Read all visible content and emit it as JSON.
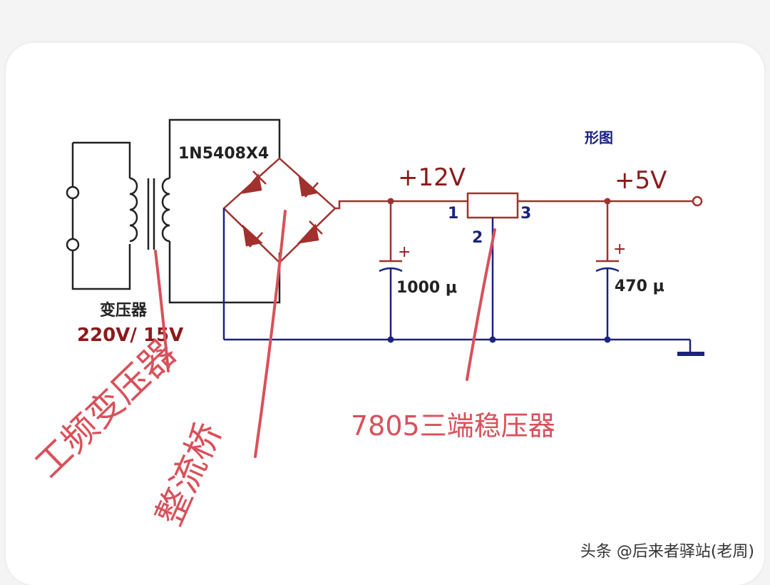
{
  "labels": {
    "bridge_part": "1N5408X4",
    "figure_tag": "形图",
    "v12": "+12V",
    "v5": "+5V",
    "pin1": "1",
    "pin2": "2",
    "pin3": "3",
    "cap1_plus": "+",
    "cap1_value": "1000 μ",
    "cap2_plus": "+",
    "cap2_value": "470 μ",
    "transformer": "变压器",
    "transformer_rating": "220V/ 15V"
  },
  "annotations": {
    "transformer": "工频变压器",
    "bridge": "整流桥",
    "regulator": "7805三端稳压器"
  },
  "watermark": "头条 @后来者驿站(老周)",
  "colors": {
    "wire_red": "#a0312d",
    "wire_blue": "#1a237e",
    "annotation": "#d9505a"
  }
}
